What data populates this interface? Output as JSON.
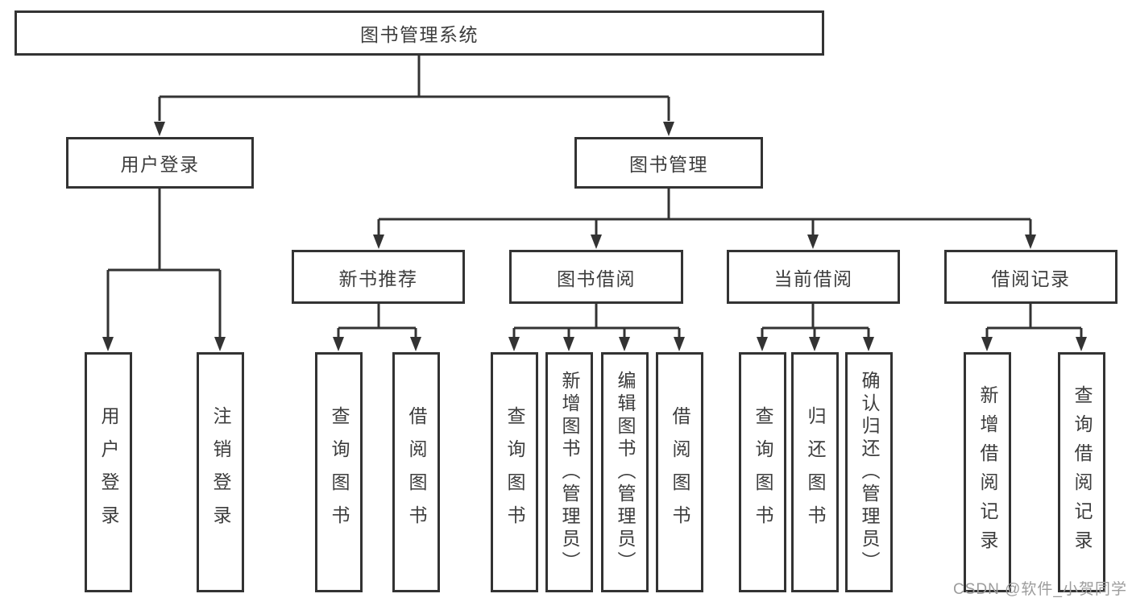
{
  "tree": {
    "root": "图书管理系统",
    "level2": [
      "用户登录",
      "图书管理"
    ],
    "level3": [
      "新书推荐",
      "图书借阅",
      "当前借阅",
      "借阅记录"
    ],
    "leaves": {
      "user_login": [
        "用户登录",
        "注销登录"
      ],
      "new_books": [
        "查询图书",
        "借阅图书"
      ],
      "borrow": [
        "查询图书",
        "新增图书（管理员）",
        "编辑图书（管理员）",
        "借阅图书"
      ],
      "current": [
        "查询图书",
        "归还图书",
        "确认归还（管理员）"
      ],
      "records": [
        "新增借阅记录",
        "查询借阅记录"
      ]
    }
  },
  "watermark": "CSDN @软件_小贺同学",
  "colors": {
    "line": "#333333",
    "text": "#3d3d3d",
    "watermark": "#9c9c9c"
  }
}
